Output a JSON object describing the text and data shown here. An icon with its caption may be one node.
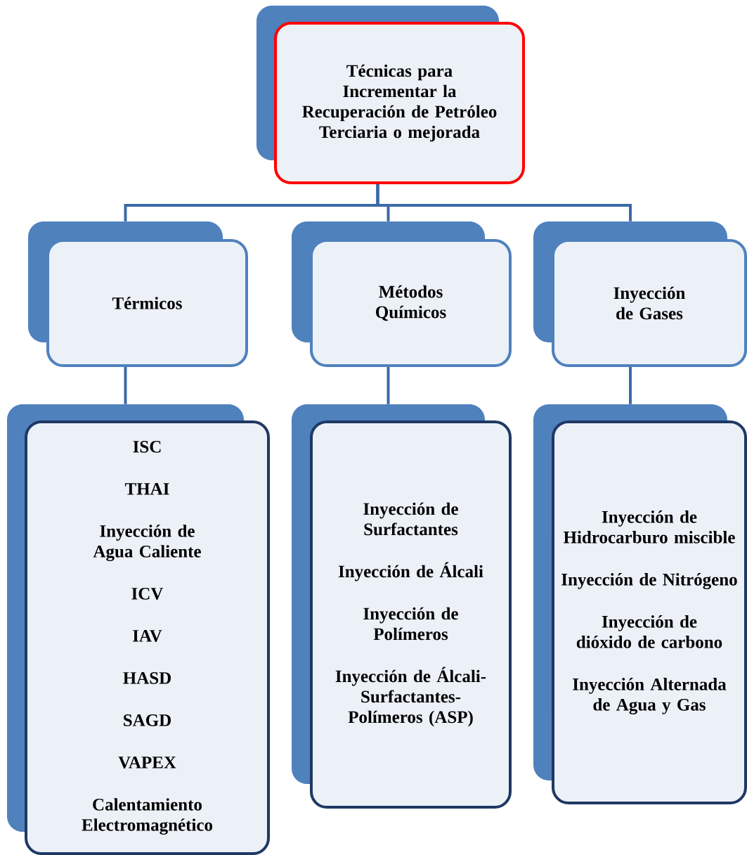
{
  "diagram": {
    "nodes": [
      {
        "text": [
          "Técnicas para Incrementar la Recuperación de Petróleo Terciaria o mejorada"
        ]
      },
      {
        "text": [
          "Térmicos"
        ]
      },
      {
        "text": [
          "Métodos Químicos"
        ]
      },
      {
        "text": [
          "Inyección de Gases"
        ]
      },
      {
        "text": [
          "ISC",
          "THAI",
          "Inyección de Agua Caliente",
          "ICV",
          "IAV",
          "HASD",
          "SAGD",
          "VAPEX",
          "Calentamiento Electromagnético"
        ]
      },
      {
        "text": [
          "Inyección de Surfactantes",
          "Inyección de Álcali",
          "Inyección de Polímeros",
          "Inyección de Álcali-Surfactantes-Polímeros (ASP)"
        ]
      },
      {
        "text": [
          "Inyección de Hidrocarburo miscible",
          "Inyección de Nitrógeno",
          "Inyección de dióxido de carbono",
          "Inyección Alternada de Agua y Gas"
        ]
      }
    ],
    "edges": [
      {
        "from": 0,
        "to": 1,
        "arrow": "none"
      },
      {
        "from": 0,
        "to": 2,
        "arrow": "none"
      },
      {
        "from": 0,
        "to": 3,
        "arrow": "none"
      },
      {
        "from": 1,
        "to": 4,
        "arrow": "none"
      },
      {
        "from": 2,
        "to": 5,
        "arrow": "none"
      },
      {
        "from": 3,
        "to": 6,
        "arrow": "none"
      }
    ]
  }
}
